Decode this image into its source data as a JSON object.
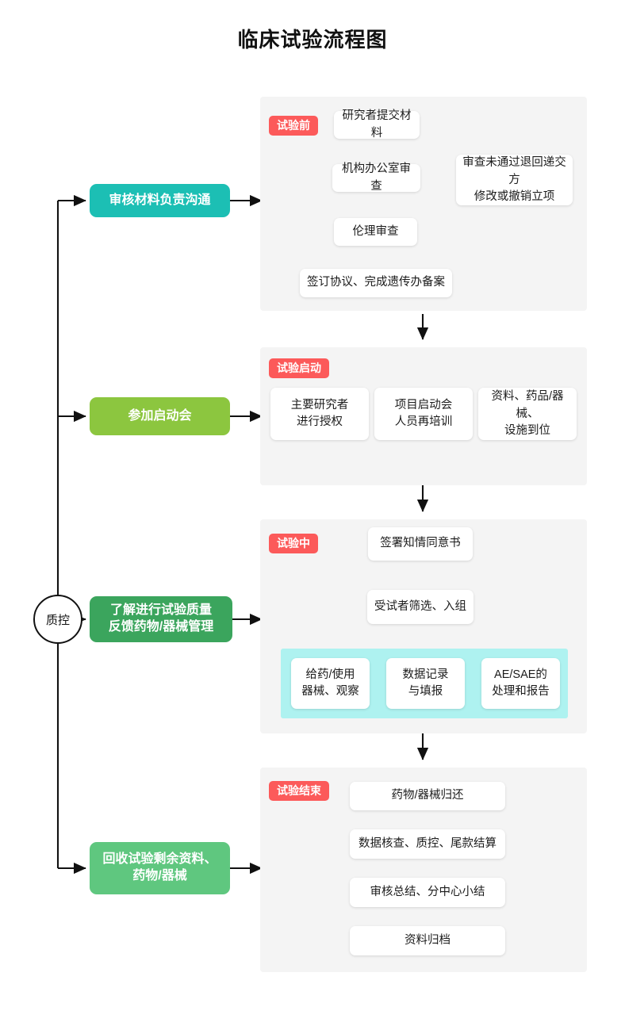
{
  "page": {
    "title": "临床试验流程图",
    "qc_label": "质控"
  },
  "colors": {
    "teal": "#1cbfb4",
    "light_green": "#8cc63f",
    "green": "#3ba55d",
    "mint_green": "#5fc77f",
    "badge_red": "#fc5a5a",
    "panel_bg": "#f4f4f4",
    "cyan_band": "#aef2f0",
    "line": "#111111"
  },
  "roles": [
    {
      "id": "role-review",
      "label": "审核材料负责沟通"
    },
    {
      "id": "role-kickoff",
      "label": "参加启动会"
    },
    {
      "id": "role-quality",
      "label": "了解进行试验质量\n反馈药物/器械管理",
      "line1": "了解进行试验质量",
      "line2": "反馈药物/器械管理"
    },
    {
      "id": "role-recover",
      "label": "回收试验剩余资料、\n药物/器械",
      "line1": "回收试验剩余资料、",
      "line2": "药物/器械"
    }
  ],
  "stages": [
    {
      "id": "stage-pre",
      "badge": "试验前",
      "nodes": [
        {
          "id": "node-submit",
          "text": "研究者提交材料"
        },
        {
          "id": "node-office",
          "text": "机构办公室审查"
        },
        {
          "id": "node-ethics",
          "text": "伦理审查"
        },
        {
          "id": "node-agreement",
          "text": "签订协议、完成遗传办备案"
        },
        {
          "id": "node-reject",
          "line1": "审查未通过退回递交方",
          "line2": "修改或撤销立项"
        }
      ]
    },
    {
      "id": "stage-start",
      "badge": "试验启动",
      "nodes": [
        {
          "id": "node-pi-auth",
          "line1": "主要研究者",
          "line2": "进行授权"
        },
        {
          "id": "node-retrain",
          "line1": "项目启动会",
          "line2": "人员再培训"
        },
        {
          "id": "node-supplies",
          "line1": "资料、药品/器械、",
          "line2": "设施到位"
        }
      ]
    },
    {
      "id": "stage-during",
      "badge": "试验中",
      "nodes": [
        {
          "id": "node-consent",
          "text": "签署知情同意书"
        },
        {
          "id": "node-screening",
          "text": "受试者筛选、入组"
        },
        {
          "id": "node-dosing",
          "line1": "给药/使用",
          "line2": "器械、观察"
        },
        {
          "id": "node-datarec",
          "line1": "数据记录",
          "line2": "与填报"
        },
        {
          "id": "node-ae",
          "line1": "AE/SAE的",
          "line2": "处理和报告"
        }
      ]
    },
    {
      "id": "stage-end",
      "badge": "试验结束",
      "nodes": [
        {
          "id": "node-return",
          "text": "药物/器械归还"
        },
        {
          "id": "node-verify",
          "text": "数据核查、质控、尾款结算"
        },
        {
          "id": "node-summary",
          "text": "审核总结、分中心小结"
        },
        {
          "id": "node-archive",
          "text": "资料归档"
        }
      ]
    }
  ]
}
